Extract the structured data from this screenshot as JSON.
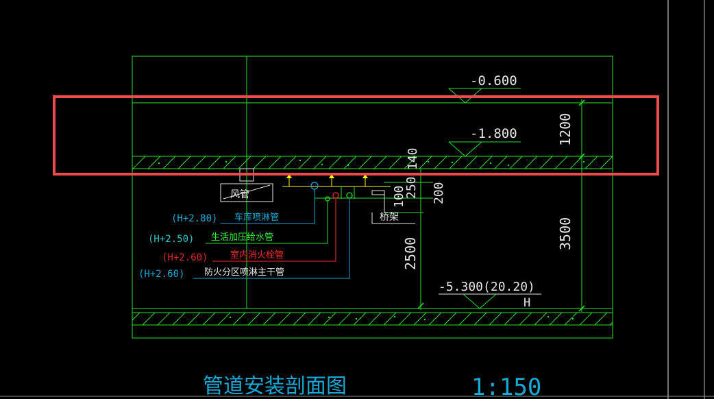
{
  "elevations": {
    "top": "-0.600",
    "mid": "-1.800",
    "bottom": "-5.300(20.20)"
  },
  "height_marker": "H",
  "dimensions": {
    "d1200": "1200",
    "d3500": "3500",
    "d2500": "2500",
    "d100": "100",
    "d200": "200",
    "d250": "250",
    "d140": "140"
  },
  "labels": {
    "duct": "风管",
    "tray": "桥架"
  },
  "pipes": [
    {
      "elev": "(H+2.80)",
      "name": "车库喷淋管",
      "elev_color": "#17a9d8",
      "name_color": "#17a9d8"
    },
    {
      "elev": "(H+2.50)",
      "name": "生活加压给水管",
      "elev_color": "#2ec6c9",
      "name_color": "#2ef02e"
    },
    {
      "elev": "(H+2.60)",
      "name": "室内消火栓管",
      "elev_color": "#e0252a",
      "name_color": "#ff2a2a"
    },
    {
      "elev": "(H+2.60)",
      "name": "防火分区喷淋主干管",
      "elev_color": "#17a9d8",
      "name_color": "#e8e8e8"
    }
  ],
  "title": {
    "main": "管道安装剖面图",
    "scale": "1:150"
  },
  "colors": {
    "background": "#000000",
    "linework": "#22e622",
    "white": "#e8e8e8",
    "yellow": "#ffff00",
    "cyan": "#2ec6c9",
    "highlight": "#f04b4b",
    "title": "#17a9d8"
  }
}
